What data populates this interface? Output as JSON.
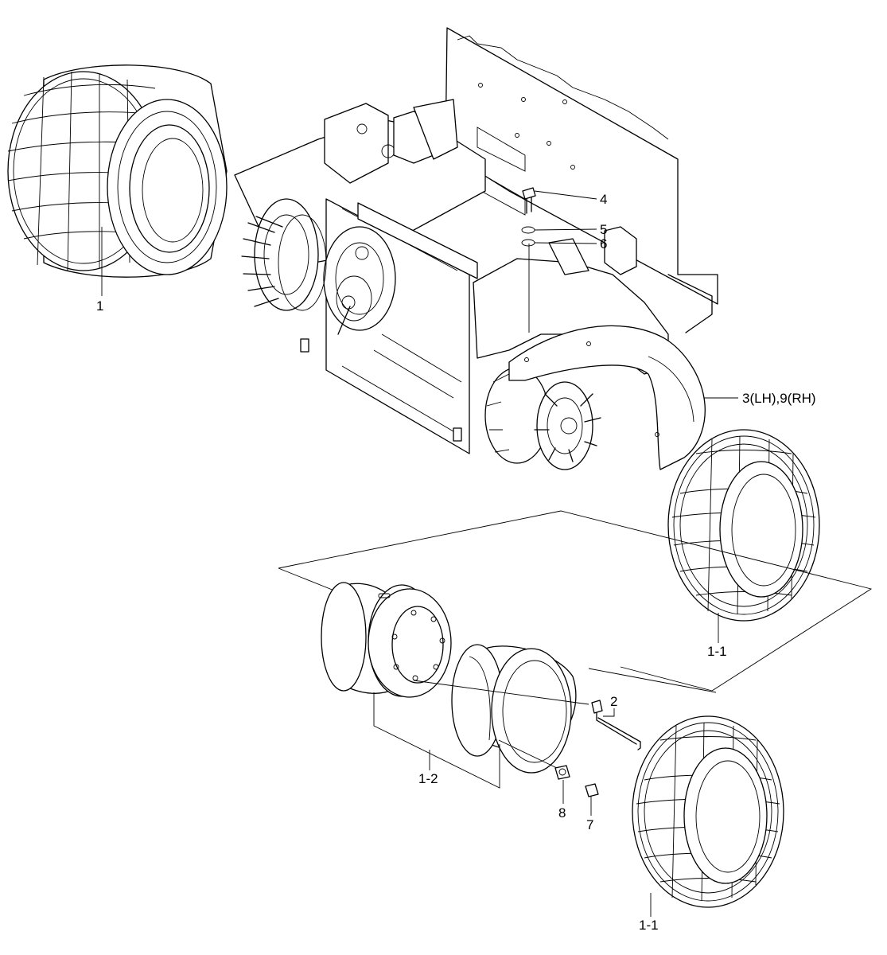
{
  "colors": {
    "line": "#000000",
    "background": "#ffffff"
  },
  "callouts": {
    "c1": "1",
    "c1_1_upper": "1-1",
    "c1_1_lower": "1-1",
    "c1_2": "1-2",
    "c2": "2",
    "c3": "3(LH),9(RH)",
    "c4": "4",
    "c5": "5",
    "c6": "6",
    "c7": "7",
    "c8": "8"
  }
}
